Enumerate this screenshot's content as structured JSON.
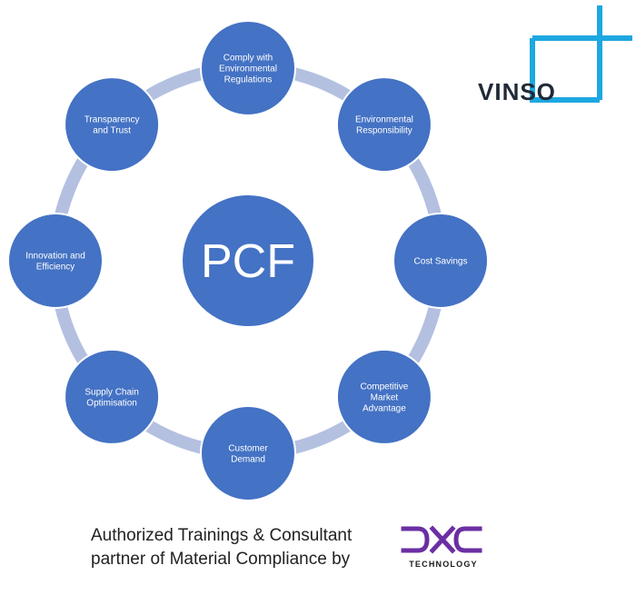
{
  "diagram": {
    "center": "PCF",
    "nodes": [
      [
        "Comply with",
        "Environmental",
        "Regulations"
      ],
      [
        "Environmental",
        "Responsibility"
      ],
      [
        "Cost Savings"
      ],
      [
        "Competitive",
        "Market",
        "Advantage"
      ],
      [
        "Customer",
        "Demand"
      ],
      [
        "Supply Chain",
        "Optimisation"
      ],
      [
        "Innovation and",
        "Efficiency"
      ],
      [
        "Transparency",
        "and Trust"
      ]
    ]
  },
  "colors": {
    "node": "#4472c4",
    "node_border": "#ffffff",
    "ring": "#b4c0e0",
    "brand_blue": "#1ea7e1",
    "dxc_purple": "#6b2fa3"
  },
  "logo": {
    "name": "VINSO"
  },
  "footer": {
    "line1": "Authorized Trainings & Consultant",
    "line2": "partner of Material Compliance by"
  },
  "dxc": {
    "name": "DXC",
    "sub": "TECHNOLOGY"
  }
}
